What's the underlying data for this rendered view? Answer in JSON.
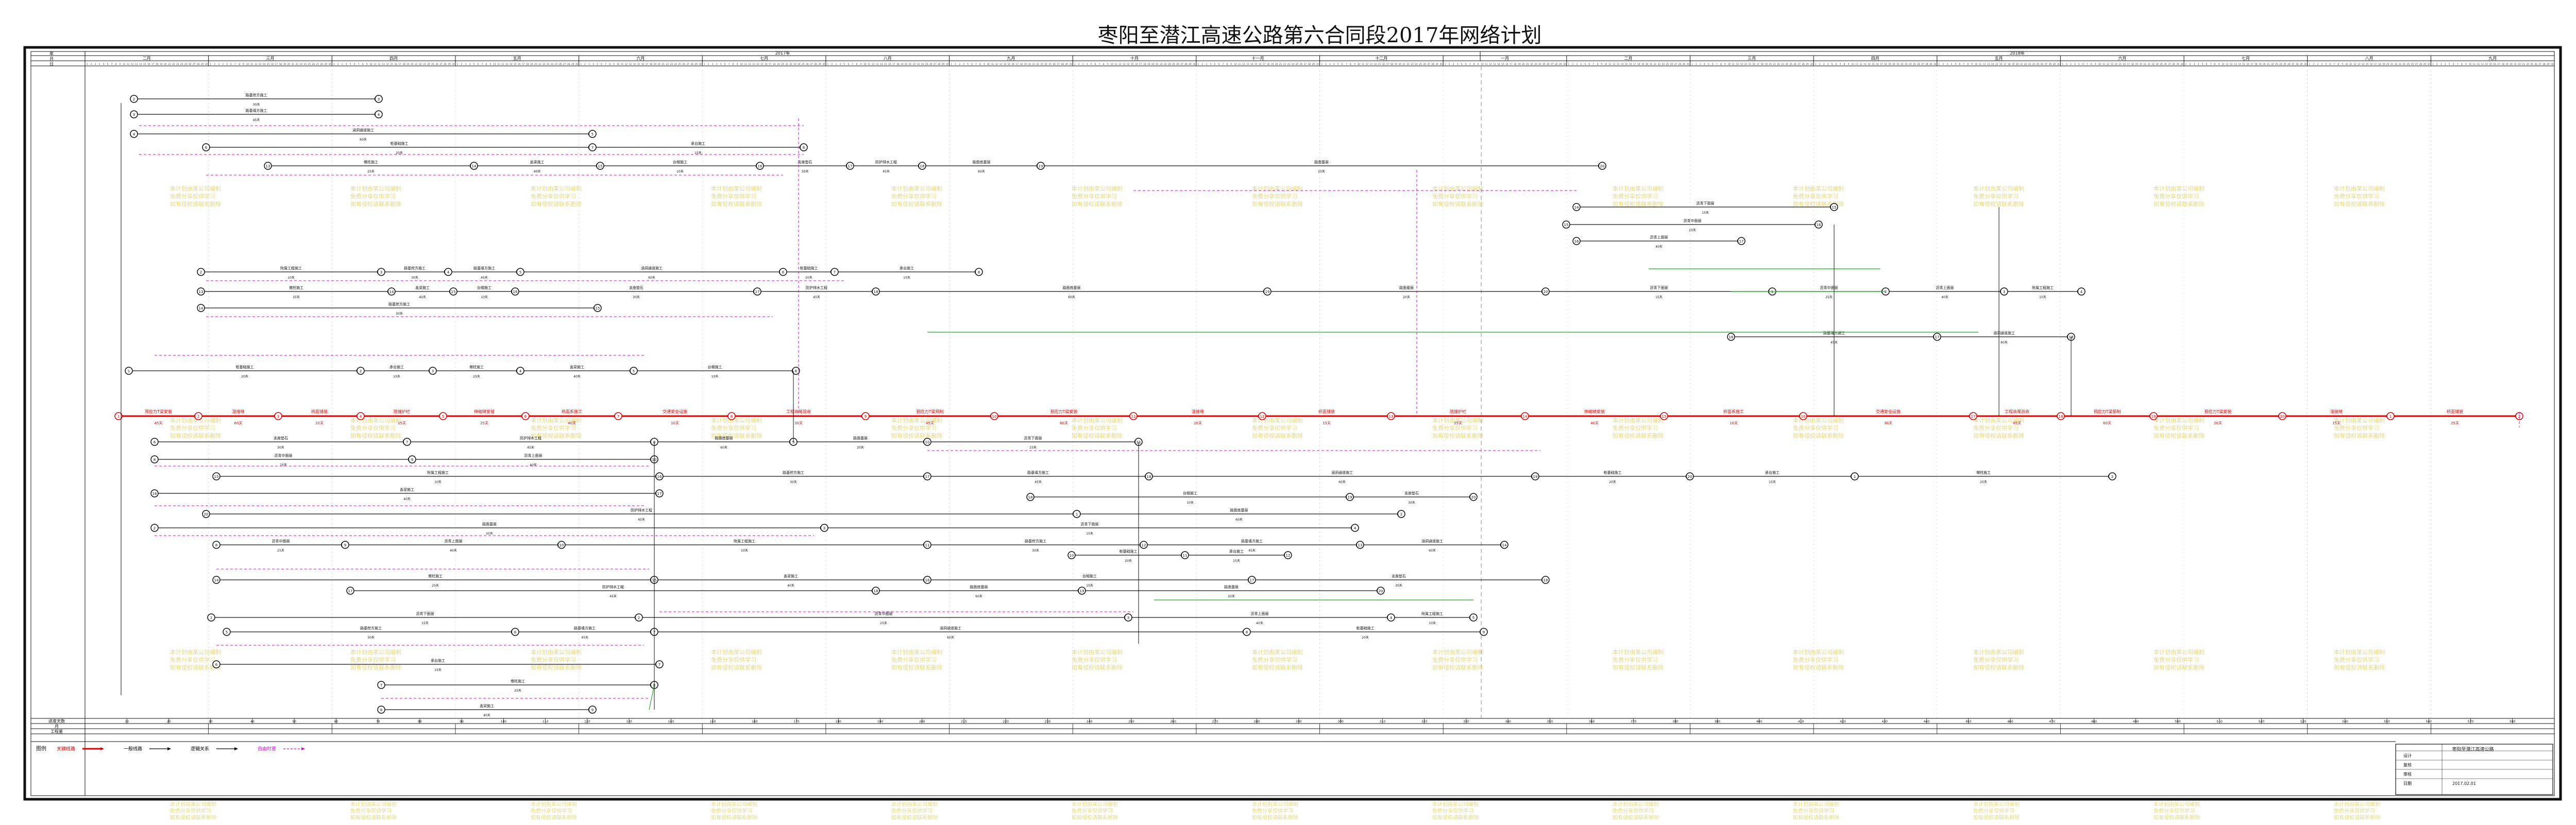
{
  "title": "枣阳至潜江高速公路第六合同段2017年网络计划",
  "header": {
    "row_labels": [
      "年",
      "月",
      "日"
    ],
    "years": [
      "2017年",
      "2018年"
    ],
    "months": [
      "二月",
      "三月",
      "四月",
      "五月",
      "六月",
      "七月",
      "八月",
      "九月",
      "十月",
      "十一月",
      "十二月",
      "一月",
      "二月",
      "三月",
      "四月",
      "五月",
      "六月",
      "七月",
      "八月",
      "九月"
    ]
  },
  "footer": {
    "progress_label": "进度天数",
    "month_label": "月",
    "workdays_label": "工程量",
    "day_ticks": [
      "10",
      "20",
      "30",
      "40",
      "50",
      "60",
      "70",
      "80",
      "90",
      "100",
      "110",
      "120",
      "130",
      "140",
      "150",
      "160",
      "170",
      "180",
      "190",
      "200",
      "210",
      "220",
      "230",
      "240",
      "250",
      "260",
      "270",
      "280",
      "290",
      "300",
      "310",
      "320",
      "330",
      "340",
      "350",
      "360",
      "370",
      "380",
      "390",
      "400",
      "410",
      "420",
      "430",
      "440",
      "450",
      "460",
      "470",
      "480",
      "490",
      "500",
      "510",
      "520",
      "530",
      "540",
      "550",
      "560",
      "570",
      "580"
    ]
  },
  "legend": {
    "title": "图例",
    "items": [
      {
        "label": "关键线路",
        "color": "#e00000"
      },
      {
        "label": "一般线路",
        "color": "#000000"
      },
      {
        "label": "逻辑关系",
        "color": "#000000"
      },
      {
        "label": "自由时差",
        "color": "#e000e0"
      }
    ]
  },
  "network": {
    "critical_labels": [
      "预应力T梁预制",
      "预应力T梁安装",
      "湿接缝",
      "桥面铺装",
      "防撞护栏",
      "伸缩缝安装",
      "桥面系施工",
      "交通安全设施",
      "工程收尾验收"
    ],
    "task_labels": [
      "路基挖方施工",
      "路基填方施工",
      "涵洞通道施工",
      "桩基础施工",
      "承台施工",
      "墩柱施工",
      "盖梁施工",
      "台帽施工",
      "支座垫石",
      "防护排水工程",
      "路面底基层",
      "路面基层",
      "沥青下面层",
      "沥青中面层",
      "沥青上面层",
      "附属工程施工"
    ],
    "durations": [
      "30天",
      "45天",
      "60天",
      "20天",
      "15天",
      "25天",
      "40天",
      "10天"
    ],
    "node_ids": [
      "1",
      "2",
      "3",
      "4",
      "5",
      "6",
      "7",
      "8",
      "9",
      "10",
      "11",
      "12",
      "13",
      "14",
      "15",
      "16",
      "17",
      "18",
      "19",
      "20"
    ]
  },
  "title_block": {
    "company": "枣阳至潜江高速公路",
    "fields": [
      {
        "label": "设计",
        "value": ""
      },
      {
        "label": "复核",
        "value": ""
      },
      {
        "label": "审核",
        "value": ""
      },
      {
        "label": "日期",
        "value": "2017.02.01"
      }
    ]
  },
  "colors": {
    "critical": "#e00000",
    "normal": "#000000",
    "float": "#e000e0",
    "green": "#22aa22",
    "watermark": "#e0d060"
  }
}
